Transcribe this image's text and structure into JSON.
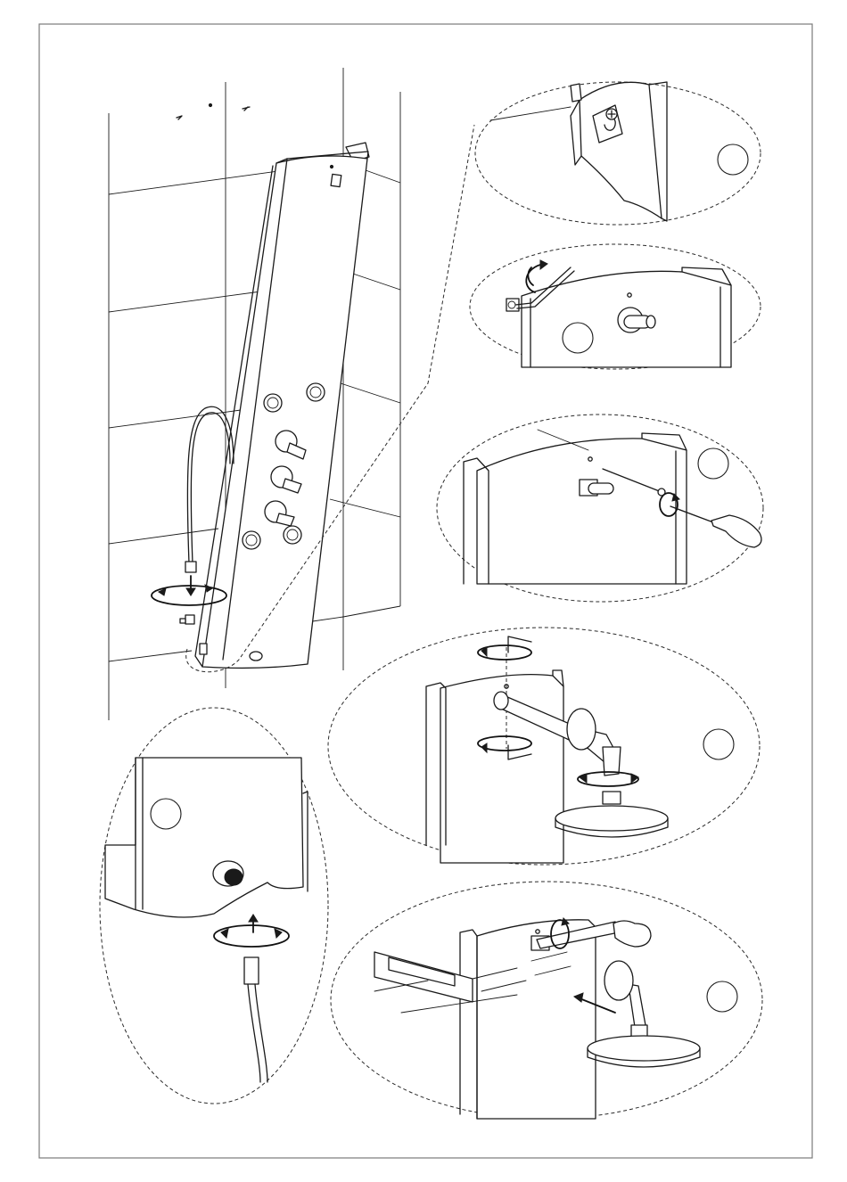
{
  "figure": {
    "steps": [
      {
        "id": "anchor-detail",
        "label": ""
      },
      {
        "id": "allen-key-detail",
        "label": ""
      },
      {
        "id": "screw-detail",
        "label": ""
      },
      {
        "id": "shower-head-detail",
        "label": ""
      },
      {
        "id": "hose-detail",
        "label": ""
      },
      {
        "id": "handle-detail",
        "label": ""
      }
    ],
    "colors": {
      "line": "#1a1a1a",
      "background": "#ffffff",
      "frame": "#7a7a7a"
    }
  }
}
